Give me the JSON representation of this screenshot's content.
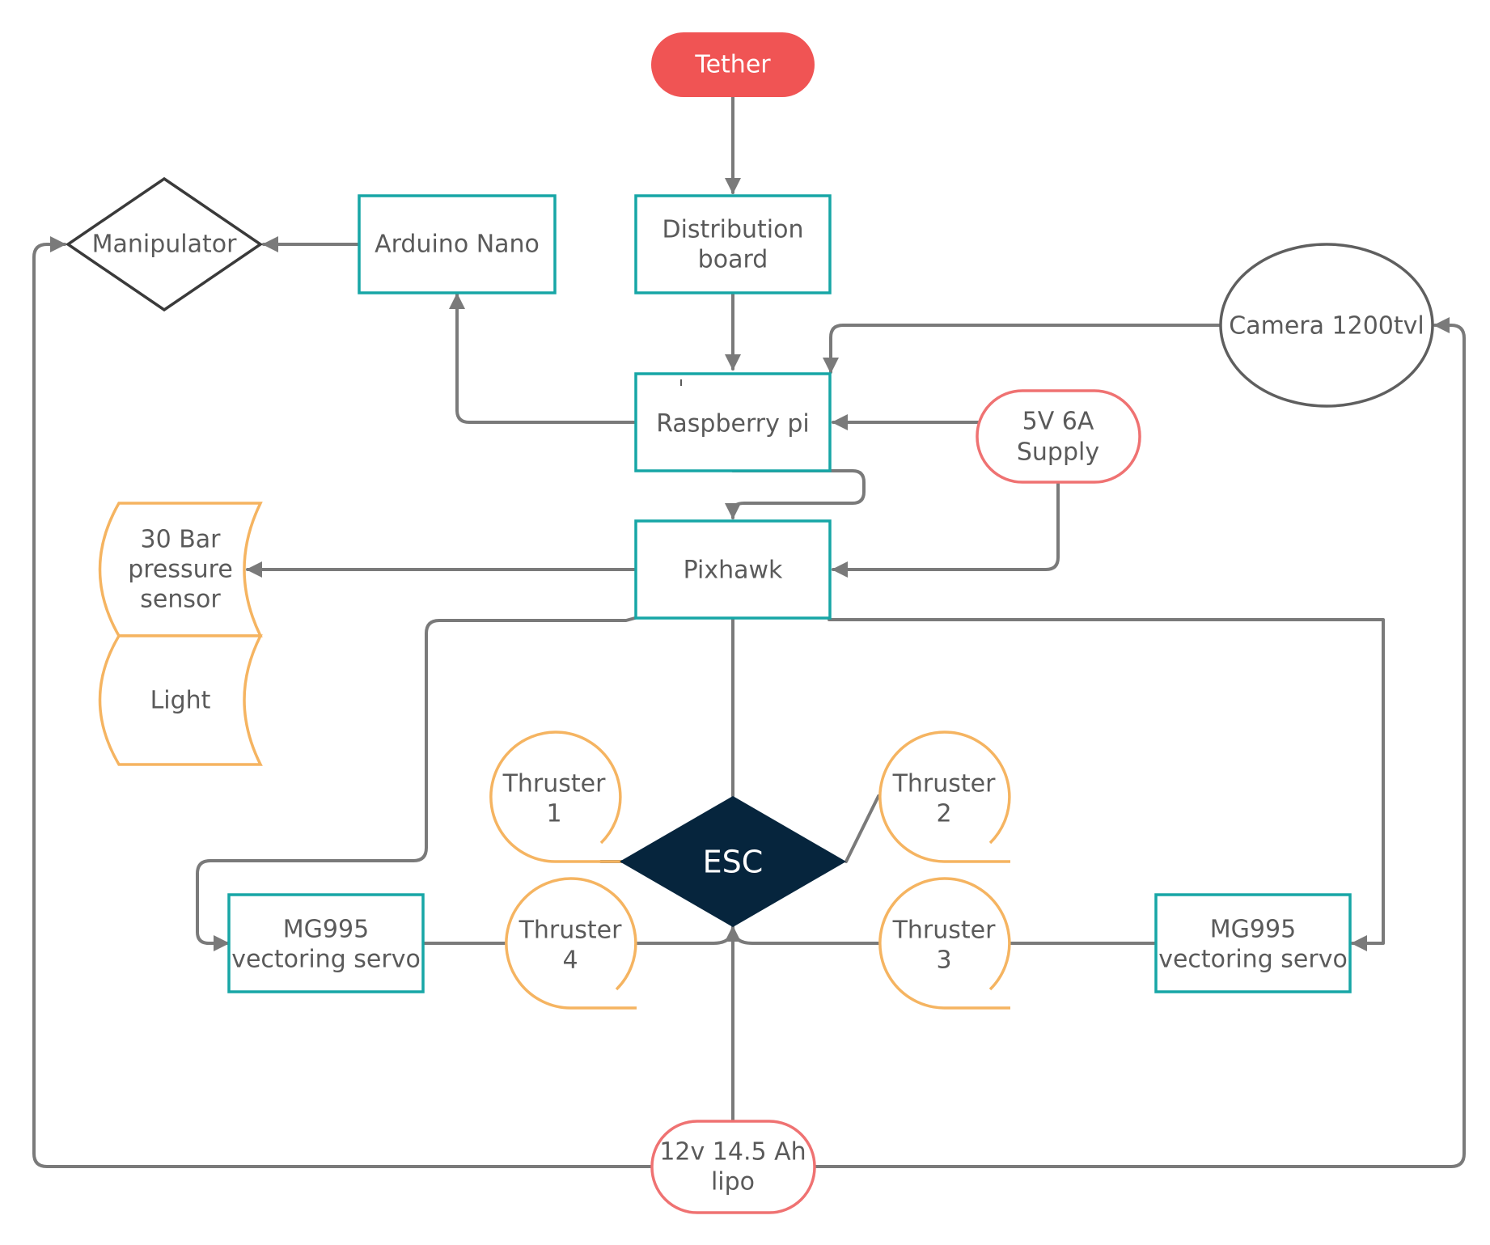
{
  "nodes": {
    "tether": {
      "label": "Tether"
    },
    "distribution_board": {
      "line1": "Distribution",
      "line2": "board"
    },
    "arduino_nano": {
      "label": "Arduino Nano"
    },
    "manipulator": {
      "label": "Manipulator"
    },
    "camera": {
      "label": "Camera 1200tvl"
    },
    "raspberry_pi": {
      "label": "Raspberry pi"
    },
    "supply_5v": {
      "line1": "5V 6A",
      "line2": "Supply"
    },
    "pixhawk": {
      "label": "Pixhawk"
    },
    "pressure_sensor": {
      "line1": "30 Bar",
      "line2": "pressure",
      "line3": "sensor"
    },
    "light": {
      "label": "Light"
    },
    "thruster_1": {
      "line1": "Thruster",
      "line2": "1"
    },
    "thruster_2": {
      "line1": "Thruster",
      "line2": "2"
    },
    "thruster_3": {
      "line1": "Thruster",
      "line2": "3"
    },
    "thruster_4": {
      "line1": "Thruster",
      "line2": "4"
    },
    "esc": {
      "label": "ESC"
    },
    "servo_left": {
      "line1": "MG995",
      "line2": "vectoring servo"
    },
    "servo_right": {
      "line1": "MG995",
      "line2": "vectoring servo"
    },
    "battery": {
      "line1": "12v 14.5 Ah",
      "line2": "lipo"
    }
  },
  "colors": {
    "teal": "#17a6a6",
    "orange": "#f5b461",
    "red_fill": "#f05454",
    "red_outline": "#ef7272",
    "navy": "#06253d",
    "connector": "#7a7a7a",
    "dark_outline": "#3a3a3a",
    "text": "#5a5a5a"
  },
  "edges": [
    {
      "from": "Tether",
      "to": "Distribution board"
    },
    {
      "from": "Distribution board",
      "to": "Raspberry pi"
    },
    {
      "from": "Raspberry pi",
      "to": "Arduino Nano"
    },
    {
      "from": "Arduino Nano",
      "to": "Manipulator"
    },
    {
      "from": "Camera 1200tvl",
      "to": "Raspberry pi"
    },
    {
      "from": "5V 6A Supply",
      "to": "Raspberry pi"
    },
    {
      "from": "5V 6A Supply",
      "to": "Pixhawk"
    },
    {
      "from": "Raspberry pi",
      "to": "Pixhawk"
    },
    {
      "from": "Pixhawk",
      "to": "30 Bar pressure sensor"
    },
    {
      "from": "Pixhawk",
      "to": "MG995 vectoring servo (left)"
    },
    {
      "from": "Pixhawk",
      "to": "MG995 vectoring servo (right)"
    },
    {
      "from": "Pixhawk",
      "to": "ESC"
    },
    {
      "from": "12v 14.5 Ah lipo",
      "to": "ESC"
    },
    {
      "from": "12v 14.5 Ah lipo",
      "to": "Manipulator"
    },
    {
      "from": "12v 14.5 Ah lipo",
      "to": "Camera 1200tvl"
    },
    {
      "from": "ESC",
      "to": "Thruster 1"
    },
    {
      "from": "ESC",
      "to": "Thruster 2"
    },
    {
      "from": "ESC",
      "to": "Thruster 3"
    },
    {
      "from": "ESC",
      "to": "Thruster 4"
    }
  ]
}
